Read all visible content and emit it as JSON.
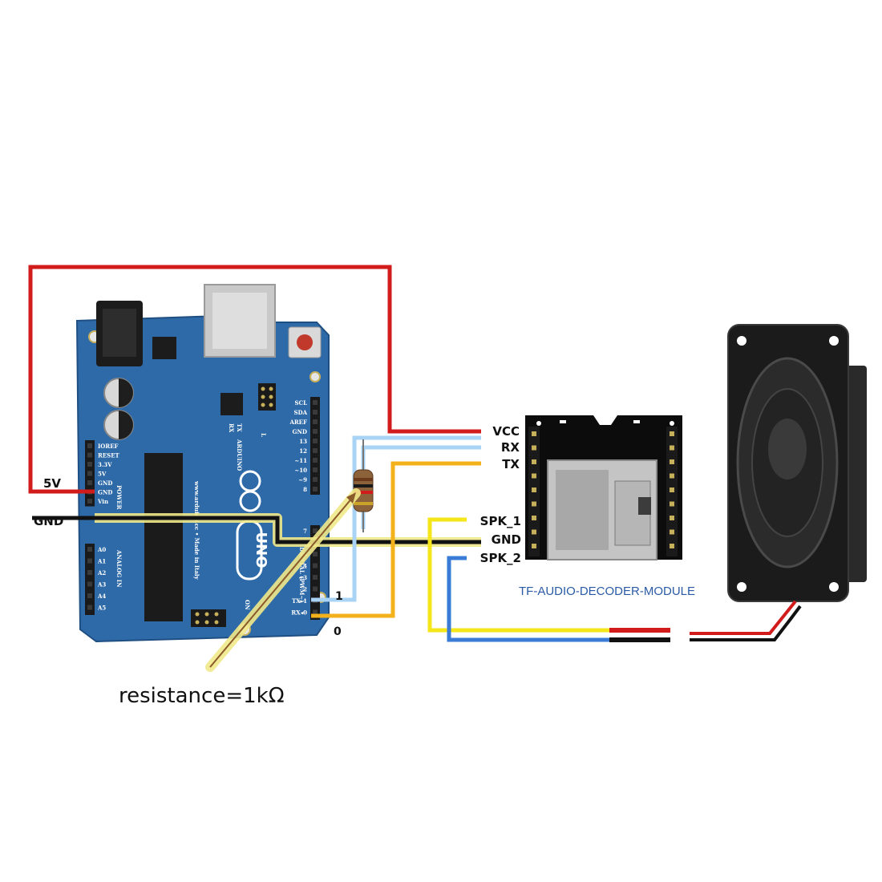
{
  "colors": {
    "board": "#2e6aa8",
    "board_edge": "#1f4f82",
    "wire_5v": "#d21c1c",
    "wire_gnd": "#111111",
    "wire_rx": "#a9d3f5",
    "wire_tx": "#f3b21b",
    "wire_spk1": "#f5e61a",
    "wire_spk2": "#3a7bd5",
    "highlight": "#f1e98a",
    "module_label": "#2a5aa6"
  },
  "arduino": {
    "pins_power": [
      "IOREF",
      "RESET",
      "3.3V",
      "5V",
      "GND",
      "GND",
      "Vin"
    ],
    "pins_analog": [
      "A0",
      "A1",
      "A2",
      "A3",
      "A4",
      "A5"
    ],
    "pins_digital_top": [
      "SCL",
      "SDA",
      "AREF",
      "GND",
      "13",
      "12",
      "~11",
      "~10",
      "~9",
      "8"
    ],
    "pins_digital_bottom": [
      "7",
      "~6",
      "~5",
      "4",
      "~3",
      "2",
      "TX▸1",
      "RX◂0"
    ],
    "label_uno": "UNO",
    "label_brand": "ARDUINO",
    "label_power": "POWER",
    "label_analog": "ANALOG IN",
    "label_digital": "DIGITAL (PWM~)",
    "label_on": "ON",
    "label_l": "L",
    "label_tx": "TX",
    "label_rx": "RX",
    "label_made": "www.arduino.cc • Made in Italy"
  },
  "wire_labels": {
    "v5": "5V",
    "gnd": "GND",
    "pin1": "1",
    "pin0": "0"
  },
  "module": {
    "pins": [
      "VCC",
      "RX",
      "TX",
      "SPK_1",
      "GND",
      "SPK_2"
    ],
    "caption": "TF-AUDIO-DECODER-MODULE"
  },
  "resistor": {
    "annotation": "resistance=1kΩ"
  }
}
